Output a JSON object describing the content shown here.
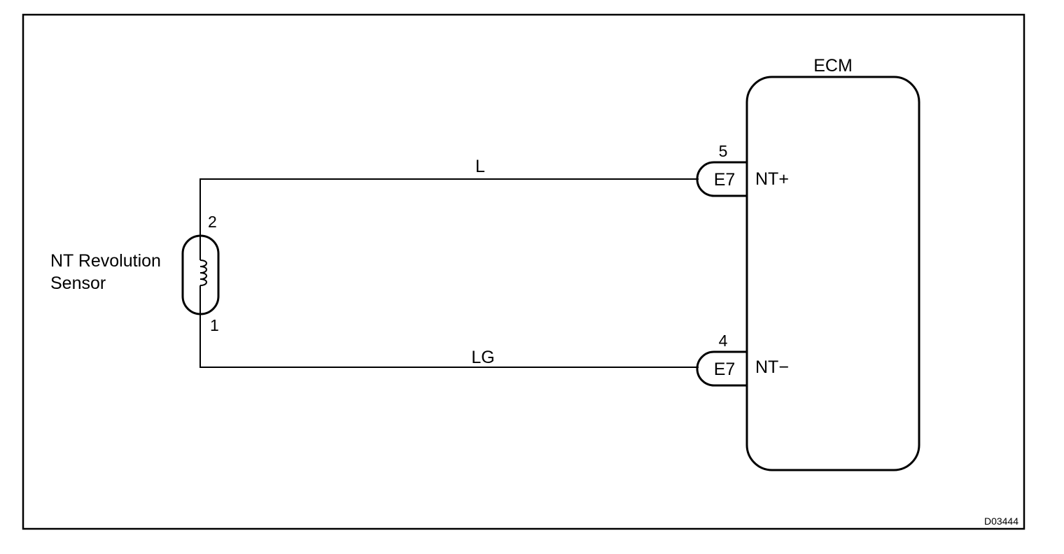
{
  "sensor": {
    "label_line1": "NT Revolution",
    "label_line2": "Sensor",
    "pin_top": "2",
    "pin_bottom": "1"
  },
  "ecm": {
    "label": "ECM"
  },
  "wires": [
    {
      "color_code": "L"
    },
    {
      "color_code": "LG"
    }
  ],
  "connectors": [
    {
      "pin": "5",
      "id": "E7",
      "terminal": "NT+"
    },
    {
      "pin": "4",
      "id": "E7",
      "terminal": "NT−"
    }
  ],
  "diagram_code": "D03444"
}
